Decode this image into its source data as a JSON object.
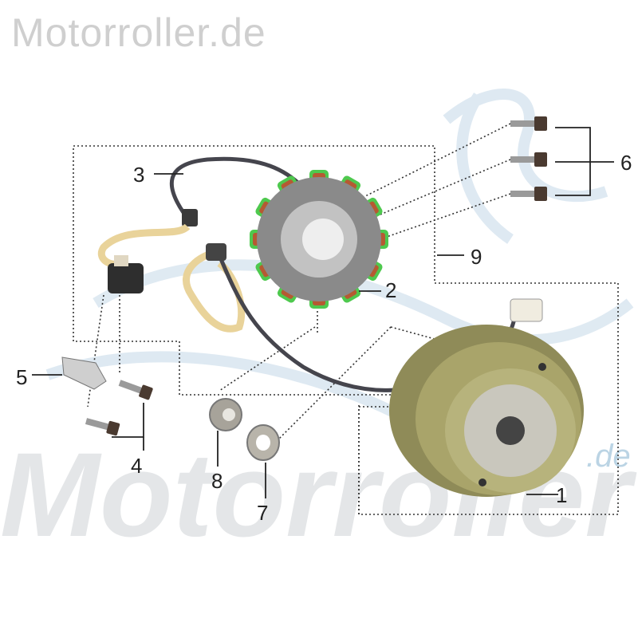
{
  "header": {
    "site_title": "Motorroller.de"
  },
  "watermark": {
    "big_text": "Motorroller",
    "small_text": ".de"
  },
  "colors": {
    "coil_copper": "#b55a32",
    "coil_insulation": "#4ec94e",
    "stator_core": "#8a8a8a",
    "rotor_body": "#a9a46a",
    "wire": "#45454d",
    "tape": "#e9d39a",
    "watermark_blue": "#c9dcea"
  },
  "callouts": [
    {
      "id": "1",
      "label": "1",
      "part": "flywheel-rotor"
    },
    {
      "id": "2",
      "label": "2",
      "part": "stator-coil"
    },
    {
      "id": "3",
      "label": "3",
      "part": "wiring-harness"
    },
    {
      "id": "4",
      "label": "4",
      "part": "pickup-screws"
    },
    {
      "id": "5",
      "label": "5",
      "part": "wire-clamp"
    },
    {
      "id": "6",
      "label": "6",
      "part": "stator-bolts"
    },
    {
      "id": "7",
      "label": "7",
      "part": "washer"
    },
    {
      "id": "8",
      "label": "8",
      "part": "flywheel-nut"
    },
    {
      "id": "9",
      "label": "9",
      "part": "stator-assembly"
    }
  ]
}
